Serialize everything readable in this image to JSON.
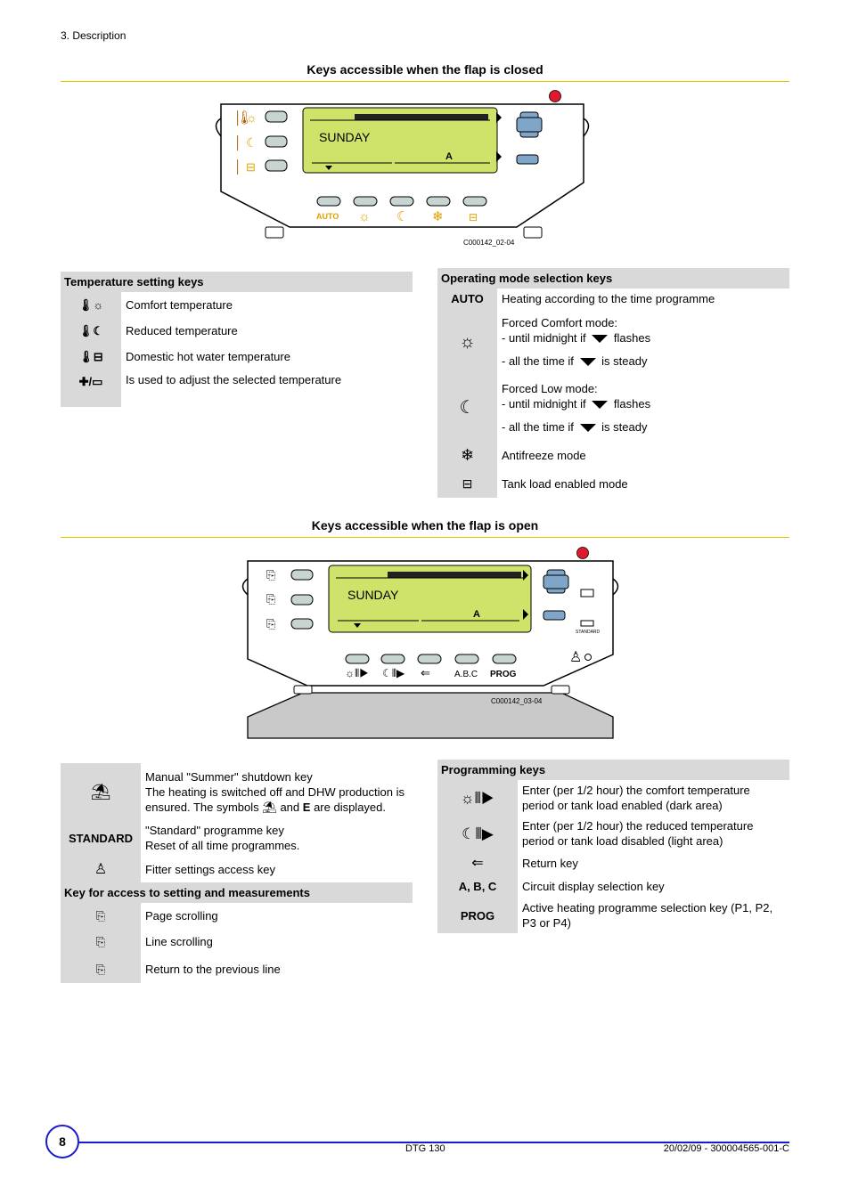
{
  "breadcrumb": "3.  Description",
  "section1": {
    "title": "Keys accessible when the flap is closed",
    "figure_code": "C000142_02-04"
  },
  "section2": {
    "title": "Keys accessible when the flap is open",
    "figure_code": "C000142_03-04"
  },
  "panel": {
    "day": "SUNDAY",
    "circuit": "A",
    "auto": "AUTO",
    "standard": "STANDARD",
    "abc": "A.B.C",
    "prog": "PROG"
  },
  "temp_keys": {
    "header": "Temperature setting keys",
    "rows": [
      {
        "icon": "thermometer-sun-icon",
        "text": "Comfort temperature"
      },
      {
        "icon": "thermometer-moon-icon",
        "text": "Reduced temperature"
      },
      {
        "icon": "thermometer-tap-icon",
        "text": "Domestic hot water temperature"
      },
      {
        "icon": "plus-minus-icon",
        "text": "Is used to adjust the selected temperature"
      }
    ]
  },
  "mode_keys": {
    "header": "Operating mode selection keys",
    "auto_label": "AUTO",
    "auto_text": "Heating according to the time programme",
    "comfort_title": "Forced Comfort mode:",
    "low_title": "Forced Low mode:",
    "until_prefix": "- until midnight if",
    "until_suffix": "flashes",
    "all_prefix": "- all the time if",
    "all_suffix": "is steady",
    "antifreeze": "Antifreeze mode",
    "tank": "Tank load enabled mode"
  },
  "open_keys": {
    "summer_title": "Manual \"Summer\" shutdown key",
    "summer_line2": "The heating is switched off and DHW production is",
    "summer_line3a": "ensured. The symbols",
    "summer_line3b": "and",
    "summer_line3c": "E",
    "summer_line3d": "are displayed.",
    "standard_label": "STANDARD",
    "standard_line1": "\"Standard\" programme key",
    "standard_line2": "Reset of all time programmes.",
    "fitter": "Fitter settings access key"
  },
  "access_keys": {
    "header": "Key for access to setting and measurements",
    "rows": [
      {
        "icon": "page-scroll-icon",
        "text": "Page scrolling"
      },
      {
        "icon": "line-scroll-icon",
        "text": "Line scrolling"
      },
      {
        "icon": "return-line-icon",
        "text": "Return to the previous line"
      }
    ]
  },
  "prog_keys": {
    "header": "Programming keys",
    "comfort_enter": "Enter (per 1/2 hour) the comfort temperature period or tank load enabled (dark area)",
    "reduced_enter": "Enter (per 1/2 hour) the reduced temperature period or tank load disabled (light area)",
    "return_key": "Return key",
    "abc_label": "A, B, C",
    "abc_text": "Circuit display selection key",
    "prog_label": "PROG",
    "prog_text": "Active heating programme selection key (P1, P2, P3 or P4)"
  },
  "footer": {
    "page": "8",
    "product": "DTG 130",
    "ref": "20/02/09 - 300004565-001-C"
  },
  "colors": {
    "lcd": "#cfe26a",
    "key": "#c8d4d1",
    "blue_key": "#7fa6c8",
    "red": "#e01a2d",
    "rule": "#e6c200",
    "footer_blue": "#1a1ad0"
  }
}
